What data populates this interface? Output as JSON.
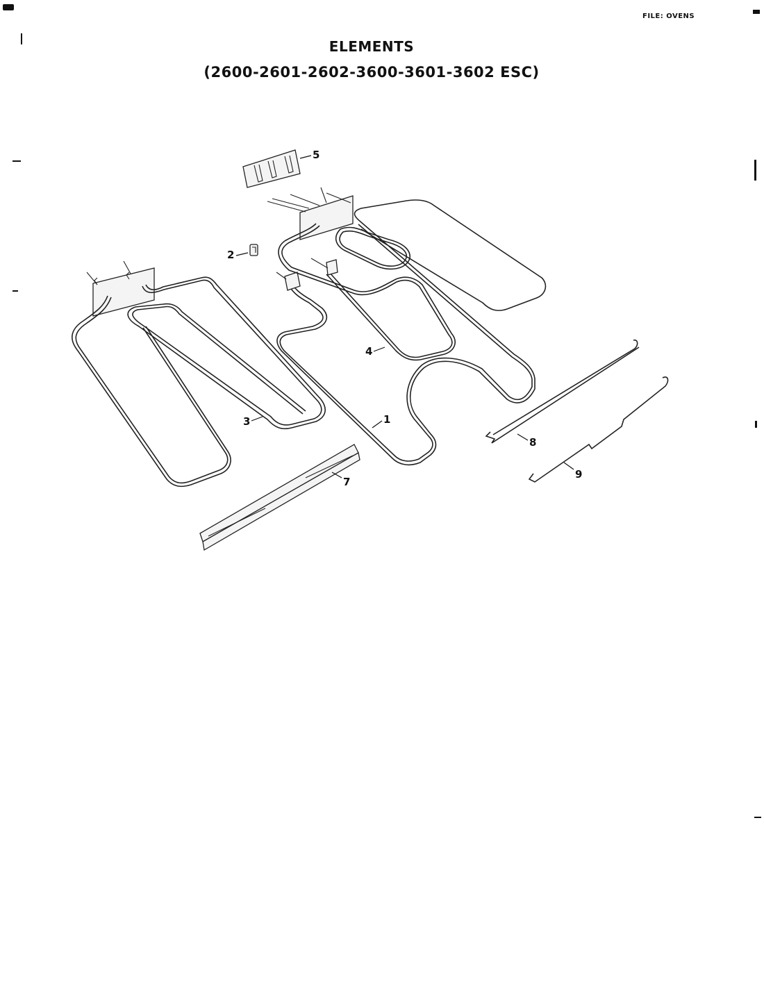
{
  "header": {
    "file_label": "FILE: OVENS",
    "title": "ELEMENTS",
    "subtitle": "(2600-2601-2602-3600-3601-3602 ESC)"
  },
  "callouts": {
    "c1": "1",
    "c2": "2",
    "c3": "3",
    "c4": "4",
    "c5": "5",
    "c7": "7",
    "c8": "8",
    "c9": "9"
  }
}
